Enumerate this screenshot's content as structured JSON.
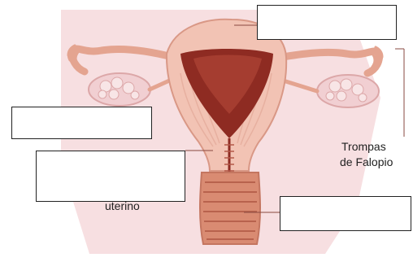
{
  "diagram": {
    "labels": {
      "fallopian_tubes_line1": "Trompas",
      "fallopian_tubes_line2": "de Falopio",
      "uterine_fragment": "uterino"
    },
    "answer_boxes": [
      "",
      "",
      "",
      ""
    ],
    "colors": {
      "background_tint": "#f7dfe1",
      "uterus_outer": "#f2c3b4",
      "uterus_inner": "#f5d6c8",
      "cavity": "#8e2b22",
      "fold_lines": "#e7b0a0",
      "ovary": "#f1cfd2",
      "tube": "#e4a490",
      "leader_line": "#8a4a40"
    }
  }
}
